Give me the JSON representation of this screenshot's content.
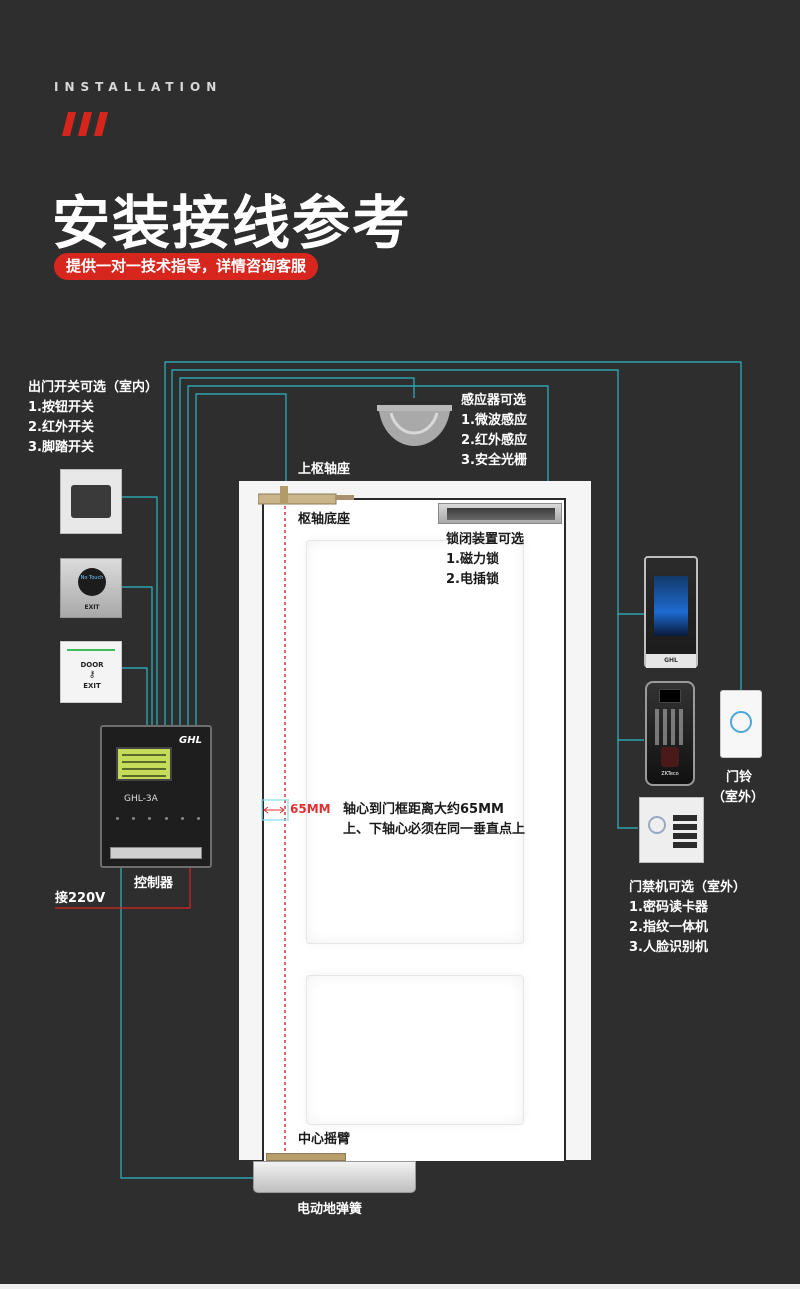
{
  "header": {
    "eyebrow": "INSTALLATION",
    "headline": "安装接线参考",
    "subtitle": "提供一对一技术指导，详情咨询客服"
  },
  "exit_switch": {
    "title": "出门开关可选（室内）",
    "items": [
      "1.按钮开关",
      "2.红外开关",
      "3.脚踏开关"
    ],
    "button_door": "DOOR",
    "button_exit": "EXIT",
    "sensor_exit": "EXIT",
    "sensor_brand": "No Touch"
  },
  "sensor": {
    "title": "感应器可选",
    "items": [
      "1.微波感应",
      "2.红外感应",
      "3.安全光栅"
    ]
  },
  "door_parts": {
    "top_pivot": "上枢轴座",
    "pivot_base": "枢轴底座",
    "center_arm": "中心摇臂",
    "floor_spring": "电动地弹簧"
  },
  "lock": {
    "title": "锁闭装置可选",
    "items": [
      "1.磁力锁",
      "2.电插锁"
    ]
  },
  "measurement": {
    "value": "65MM",
    "note_line1": "轴心到门框距离大约65MM",
    "note_line2": "上、下轴心必须在同一垂直点上"
  },
  "controller": {
    "brand": "GHL",
    "model": "GHL-3A",
    "label": "控制器",
    "power": "接220V"
  },
  "access": {
    "title": "门禁机可选（室外）",
    "items": [
      "1.密码读卡器",
      "2.指纹一体机",
      "3.人脸识别机"
    ],
    "face_brand": "GHL",
    "finger_brand": "ZKTeco"
  },
  "doorbell": {
    "label_line1": "门铃",
    "label_line2": "（室外）"
  },
  "colors": {
    "background": "#2e2e2e",
    "accent_red": "#d7261e",
    "wire_cyan": "#2bb7c4",
    "measure_red": "#e03030"
  }
}
